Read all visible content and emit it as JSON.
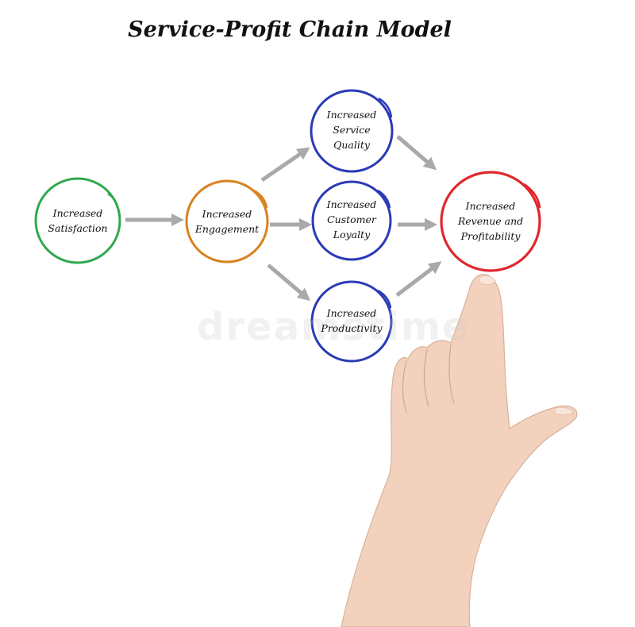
{
  "title": "Service-Profit Chain Model",
  "watermark": "dreamstime",
  "colors": {
    "green": "#2fa84f",
    "orange": "#d9821f",
    "blue": "#2b3bb5",
    "red": "#e0272e",
    "arrow": "#a9a9a9"
  },
  "nodes": {
    "satisfaction": {
      "line1": "Increased",
      "line2": "Satisfaction",
      "line3": ""
    },
    "engagement": {
      "line1": "Increased",
      "line2": "Engagement",
      "line3": ""
    },
    "service_quality": {
      "line1": "Increased",
      "line2": "Service",
      "line3": "Quality"
    },
    "customer_loyalty": {
      "line1": "Increased",
      "line2": "Customer",
      "line3": "Loyalty"
    },
    "productivity": {
      "line1": "Increased",
      "line2": "Productivity",
      "line3": ""
    },
    "revenue": {
      "line1": "Increased",
      "line2": "Revenue and",
      "line3": "Profitability"
    }
  }
}
